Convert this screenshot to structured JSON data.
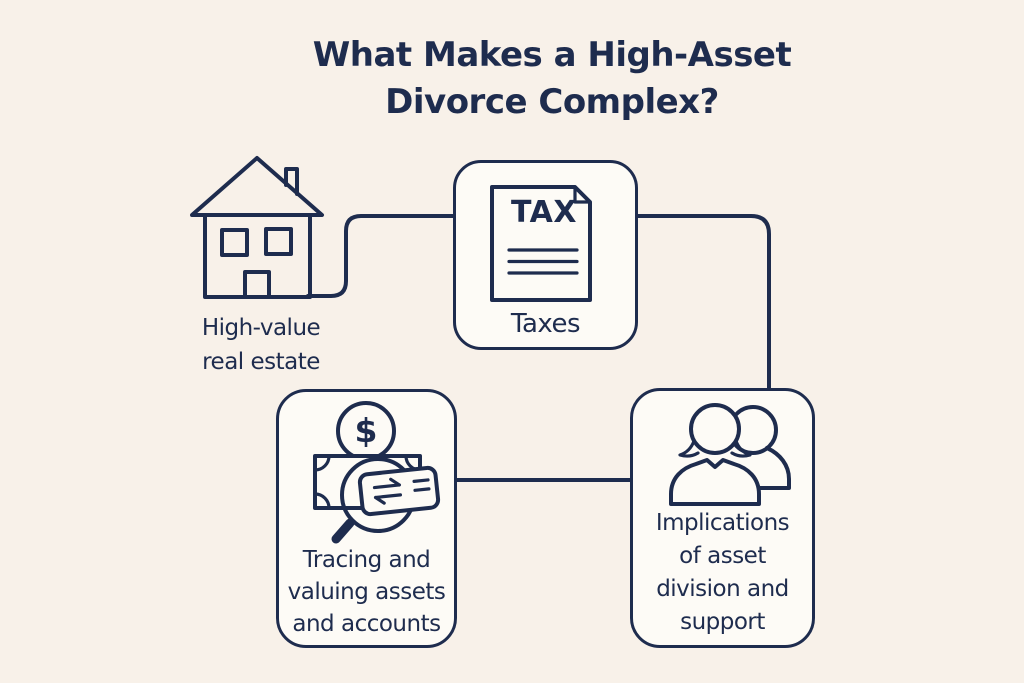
{
  "colors": {
    "background": "#f8f1e9",
    "ink": "#1e2c4e",
    "box-fill": "#fdfbf6"
  },
  "title": {
    "lines": [
      "What Makes a High-Asset",
      "Divorce Complex?"
    ]
  },
  "nodes": {
    "real_estate": {
      "lines": [
        "High-value",
        "real estate"
      ]
    },
    "taxes": {
      "doc_text": "TAX",
      "label": "Taxes"
    },
    "tracing": {
      "coin_symbol": "$",
      "lines": [
        "Tracing and",
        "valuing assets",
        "and accounts"
      ]
    },
    "implications": {
      "lines": [
        "Implications",
        "of asset",
        "division and",
        "support"
      ]
    }
  }
}
